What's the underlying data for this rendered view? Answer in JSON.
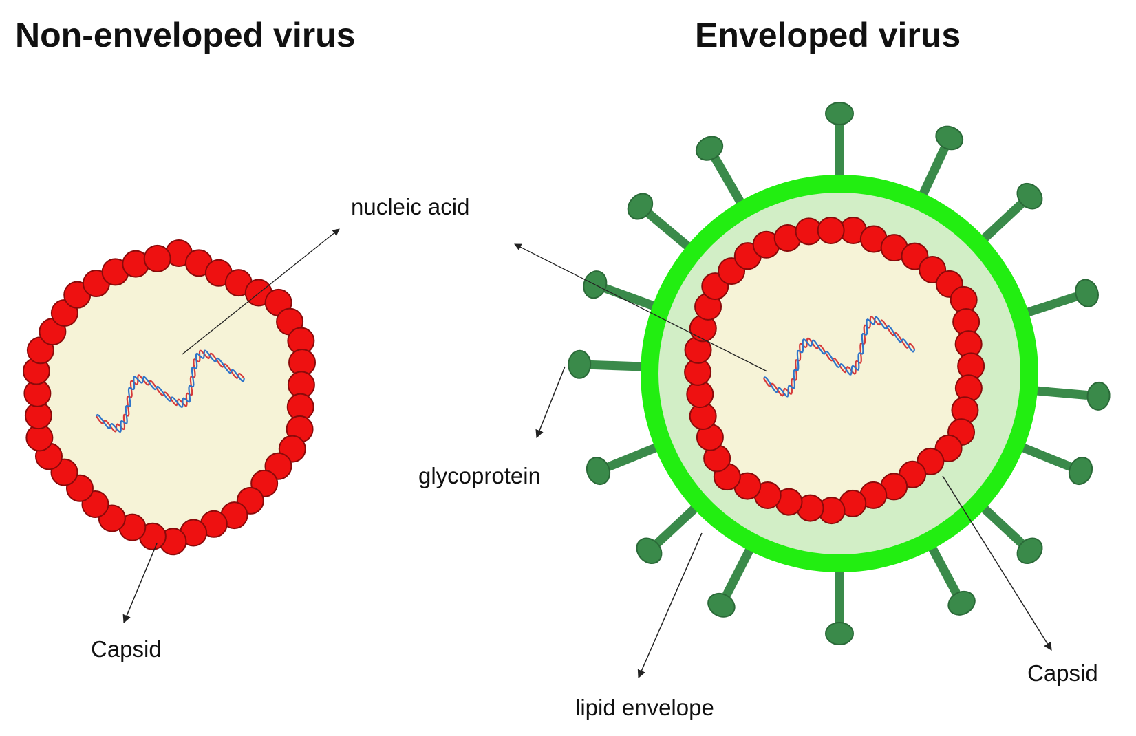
{
  "titles": {
    "left": "Non-enveloped virus",
    "right": "Enveloped virus"
  },
  "labels": {
    "nucleic_acid": "nucleic acid",
    "glycoprotein": "glycoprotein",
    "capsid_left": "Capsid",
    "capsid_right": "Capsid",
    "lipid_envelope": "lipid envelope"
  },
  "colors": {
    "capsomere": "#ee1111",
    "capsomere_outline": "#8a0a0a",
    "capsid_interior": "#f6f3d7",
    "envelope_ring": "#22ee11",
    "envelope_interior": "#d2eec6",
    "glycoprotein": "#3a8a4a",
    "glycoprotein_outline": "#2a6a38",
    "nucleic_strand_a": "#d63a3a",
    "nucleic_strand_b": "#2e74c9",
    "arrow": "#222222"
  }
}
